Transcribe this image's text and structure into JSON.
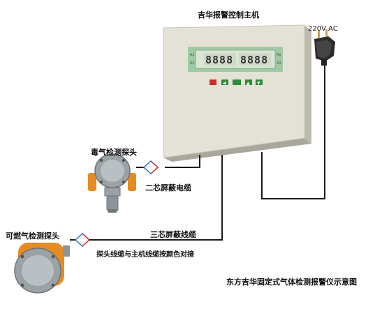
{
  "labels": {
    "controller_title": "吉华报警控制主机",
    "power_label": "220V AC",
    "toxic_probe": "毒气检测探头",
    "two_core_cable": "二芯屏蔽电缆",
    "combustible_probe": "可燃气检测探头",
    "three_core_cable": "三芯屏蔽线缆",
    "wiring_note": "探头线缆与主机线缆按颜色对接",
    "caption": "东方吉华固定式气体检测报警仪示意图"
  },
  "display": {
    "left_digits": "8888",
    "right_digits": "8888",
    "indicator_marks": [
      "A1",
      "A2",
      "A1",
      "A2"
    ]
  },
  "keys": [
    {
      "name": "red-key",
      "color": "#c8302c",
      "glyph": "■"
    },
    {
      "name": "left-key",
      "color": "#2e8b3a",
      "glyph": "◀"
    },
    {
      "name": "enter-key",
      "color": "#2e8b3a",
      "glyph": "■■"
    },
    {
      "name": "up-key",
      "color": "#2e8b3a",
      "glyph": "▲"
    },
    {
      "name": "down-key",
      "color": "#2e8b3a",
      "glyph": "▼"
    }
  ],
  "colors": {
    "panel_body": "#e4e2d6",
    "panel_side": "#bdbbae",
    "display_frame": "#9fc8a4",
    "sensor_orange": "#e58b22",
    "sensor_grey": "#9aa2a6",
    "cable": "#1a1a1a"
  },
  "icons": [
    "power-plug-icon",
    "connector-icon",
    "gas-sensor-icon"
  ]
}
